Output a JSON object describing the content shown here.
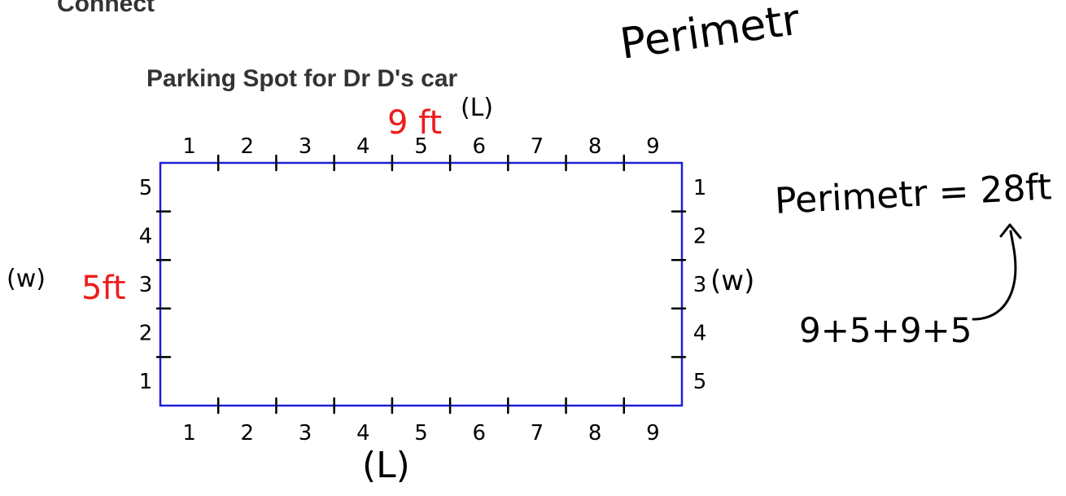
{
  "header": {
    "partial_title": "Connect"
  },
  "diagram": {
    "title": "Parking Spot for Dr D's car",
    "length_label": "9 ft",
    "width_label": "5ft",
    "length_units": 9,
    "width_units": 5,
    "top_side_symbol": "(L)",
    "bottom_side_symbol": "(L)",
    "left_side_symbol": "(w)",
    "right_side_symbol": "(w)",
    "top_tick_numbers": [
      "1",
      "2",
      "3",
      "4",
      "5",
      "6",
      "7",
      "8",
      "9"
    ],
    "bottom_tick_numbers": [
      "1",
      "2",
      "3",
      "4",
      "5",
      "6",
      "7",
      "8",
      "9"
    ],
    "left_tick_numbers": [
      "5",
      "4",
      "3",
      "2",
      "1"
    ],
    "right_tick_numbers": [
      "1",
      "2",
      "3",
      "4",
      "5"
    ],
    "rect_color": "#1f1fd6",
    "annotation_color": "#ee1c1c"
  },
  "notes": {
    "heading": "Perimetr",
    "equation": "Perimetr = 28ft",
    "sum": "9+5+9+5"
  }
}
